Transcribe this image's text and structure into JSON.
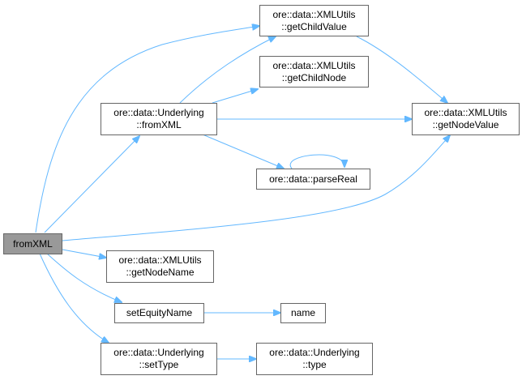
{
  "graph": {
    "root": {
      "label": "fromXML",
      "color": "#999999"
    },
    "nodes": {
      "getChildValue": {
        "line1": "ore::data::XMLUtils",
        "line2": "::getChildValue"
      },
      "getChildNode": {
        "line1": "ore::data::XMLUtils",
        "line2": "::getChildNode"
      },
      "underlyingFromXML": {
        "line1": "ore::data::Underlying",
        "line2": "::fromXML"
      },
      "getNodeValue": {
        "line1": "ore::data::XMLUtils",
        "line2": "::getNodeValue"
      },
      "parseReal": {
        "line1": "ore::data::parseReal"
      },
      "getNodeName": {
        "line1": "ore::data::XMLUtils",
        "line2": "::getNodeName"
      },
      "setEquityName": {
        "line1": "setEquityName"
      },
      "name": {
        "line1": "name"
      },
      "setType": {
        "line1": "ore::data::Underlying",
        "line2": "::setType"
      },
      "type": {
        "line1": "ore::data::Underlying",
        "line2": "::type"
      }
    },
    "edge_color": "#63b8ff"
  }
}
